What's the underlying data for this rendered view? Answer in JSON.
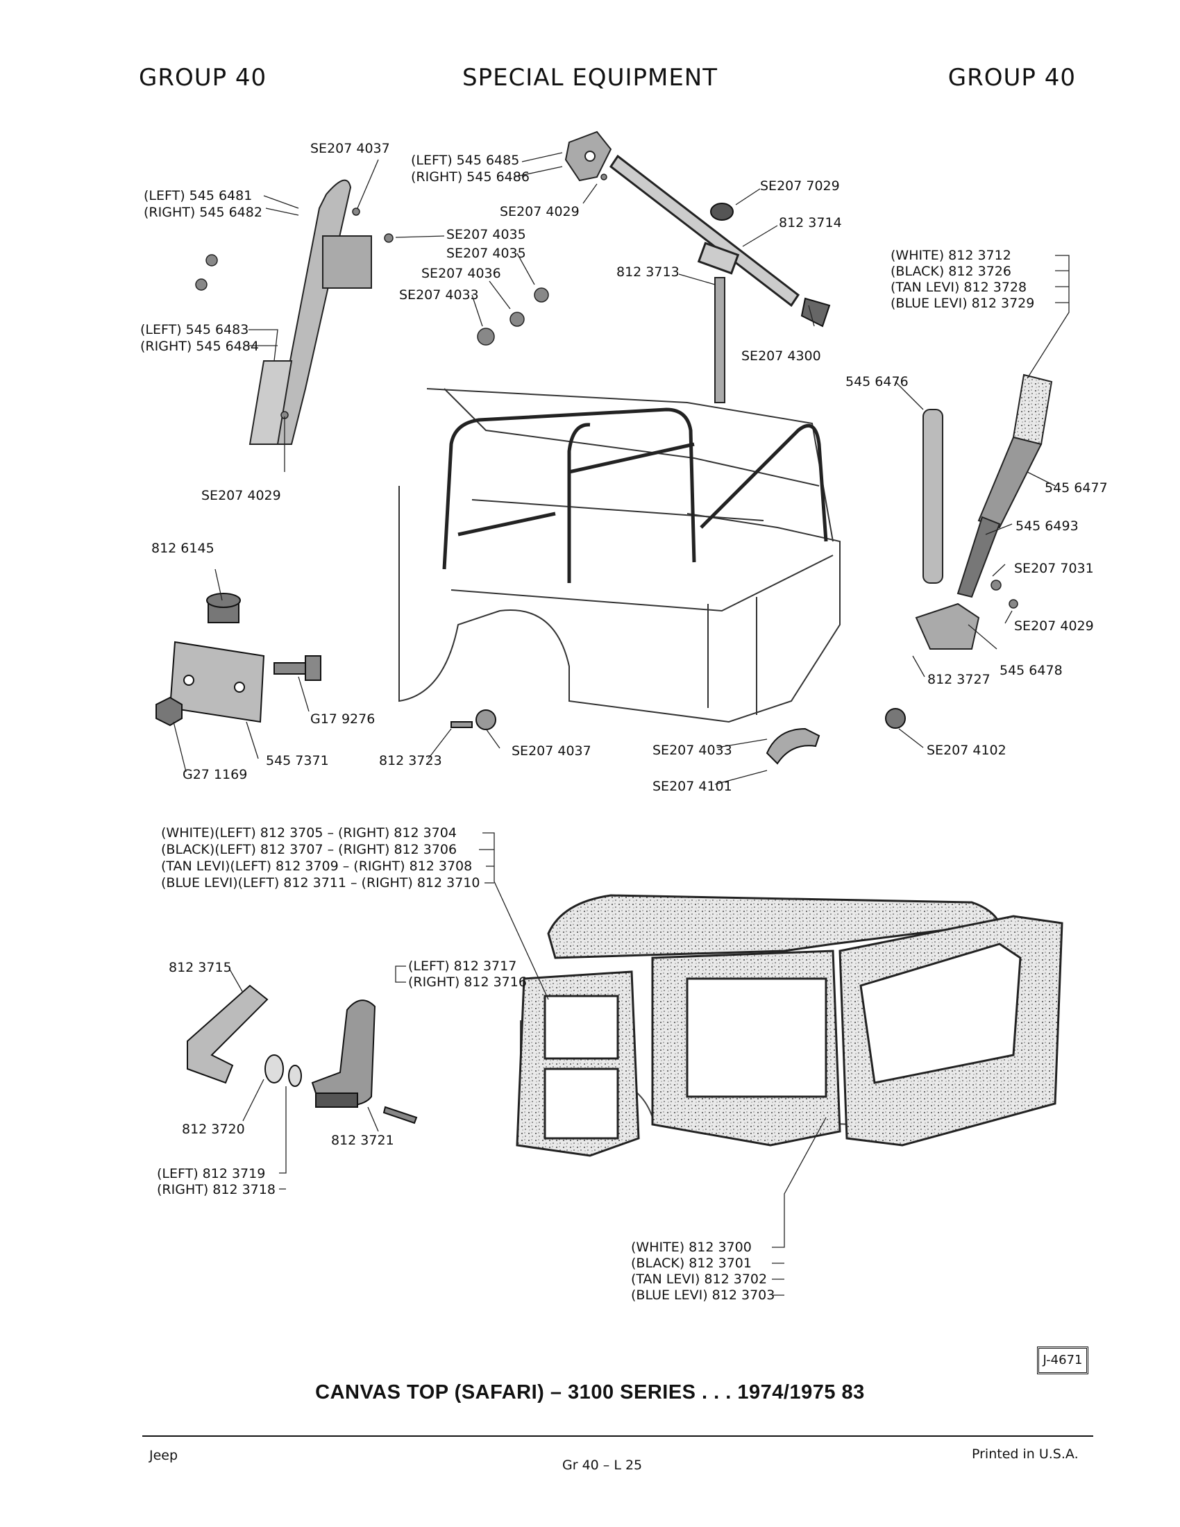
{
  "header": {
    "left": "GROUP 40",
    "center": "SPECIAL EQUIPMENT",
    "right": "GROUP 40"
  },
  "parts": {
    "l01": "SE207 4037",
    "l02": "(LEFT) 545 6485",
    "l03": "(RIGHT) 545 6486",
    "l04": "SE207 7029",
    "l05": "(LEFT) 545 6481",
    "l06": "(RIGHT) 545 6482",
    "l07": "SE207 4029",
    "l08": "812 3714",
    "l09": "SE207 4035",
    "l10": "SE207 4035",
    "l11": "(WHITE) 812 3712",
    "l12": "(BLACK) 812 3726",
    "l13": "(TAN LEVI) 812 3728",
    "l14": "(BLUE LEVI) 812 3729",
    "l15": "SE207 4036",
    "l16": "812 3713",
    "l17": "SE207 4033",
    "l18": "(LEFT) 545 6483",
    "l19": "(RIGHT) 545 6484",
    "l20": "SE207 4300",
    "l21": "545 6476",
    "l22": "545 6477",
    "l23": "SE207 4029",
    "l24": "545 6493",
    "l25": "812 6145",
    "l26": "SE207 7031",
    "l27": "SE207 4029",
    "l28": "545 6478",
    "l29": "812 3727",
    "l30": "G17 9276",
    "l31": "545 7371",
    "l32": "812 3723",
    "l33": "SE207 4037",
    "l34": "G27 1169",
    "l35": "SE207 4033",
    "l36": "SE207 4102",
    "l37": "SE207 4101",
    "l38": "(WHITE)(LEFT) 812 3705 – (RIGHT) 812 3704",
    "l39": "(BLACK)(LEFT) 812 3707 – (RIGHT) 812 3706",
    "l40": "(TAN LEVI)(LEFT) 812 3709 – (RIGHT) 812 3708",
    "l41": "(BLUE LEVI)(LEFT) 812 3711 – (RIGHT) 812 3710",
    "l42": "812 3715",
    "l43": "(LEFT) 812 3717",
    "l44": "(RIGHT) 812 3716",
    "l45": "812 3720",
    "l46": "812 3721",
    "l47": "(LEFT) 812 3719",
    "l48": "(RIGHT) 812 3718",
    "l49": "(WHITE) 812 3700",
    "l50": "(BLACK) 812 3701",
    "l51": "(TAN LEVI) 812 3702",
    "l52": "(BLUE LEVI) 812 3703"
  },
  "figure_id": "J-4671",
  "caption": "CANVAS TOP (SAFARI) – 3100 SERIES . . . 1974/1975 83",
  "footer": {
    "left": "Jeep",
    "center": "Gr 40 – L 25",
    "right": "Printed in U.S.A."
  }
}
